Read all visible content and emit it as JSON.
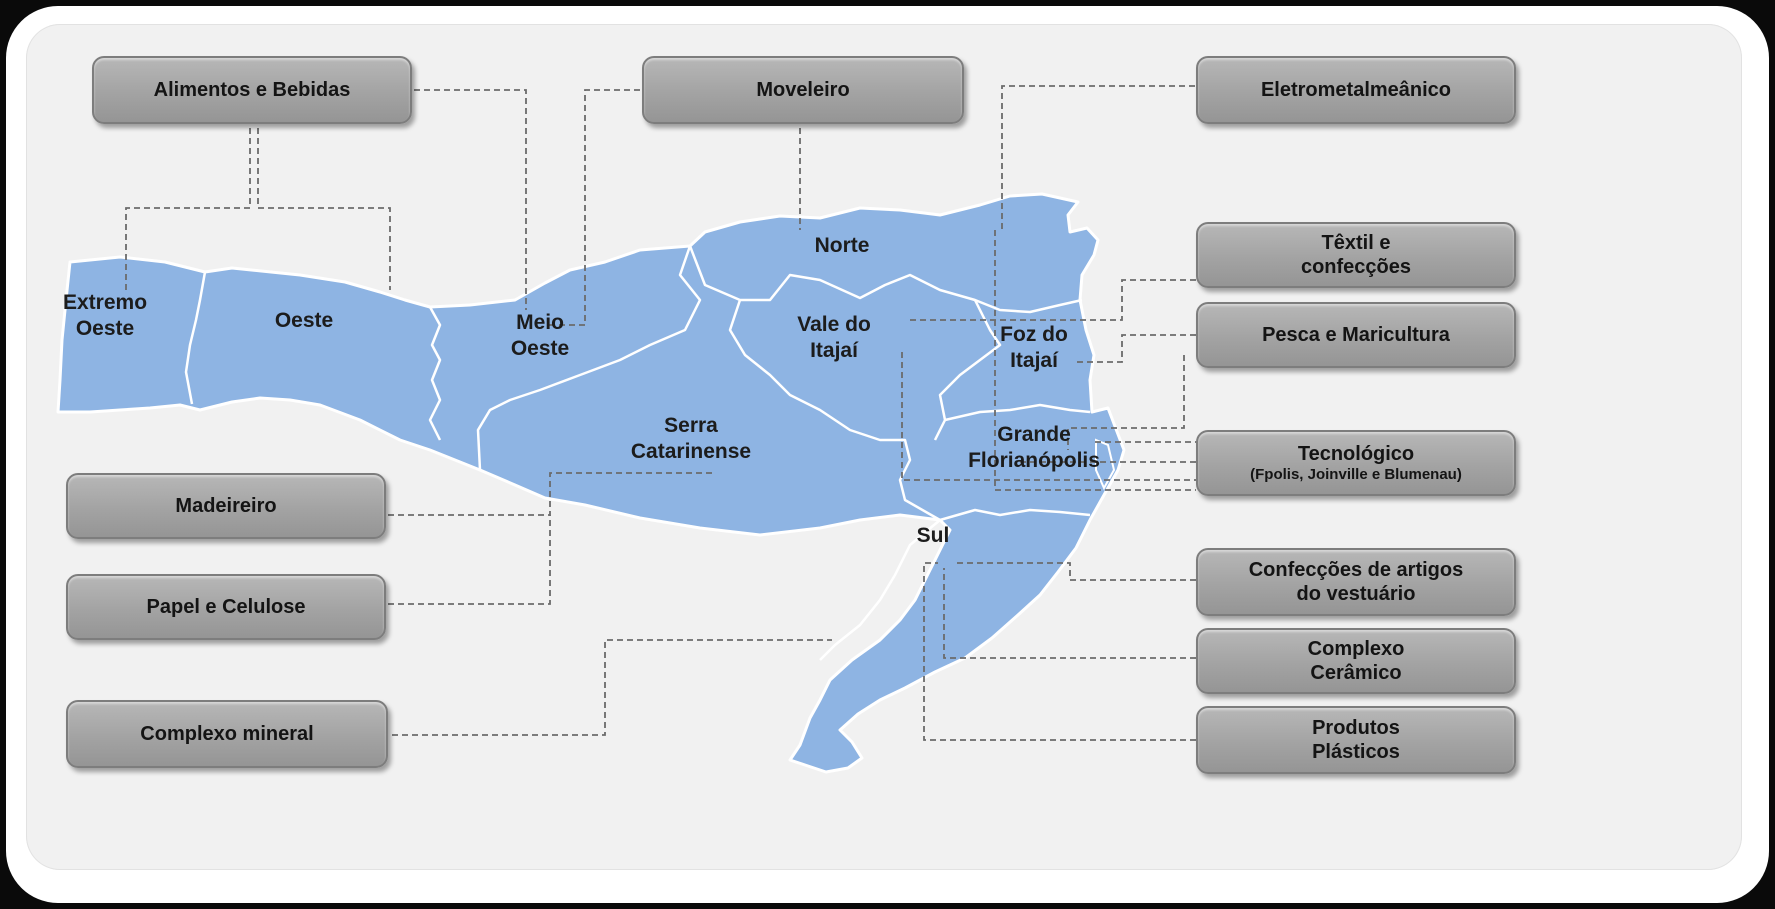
{
  "regions": {
    "extremo_oeste": "Extremo\nOeste",
    "oeste": "Oeste",
    "meio_oeste": "Meio\nOeste",
    "serra_catarinense": "Serra\nCatarinense",
    "norte": "Norte",
    "vale_do_itajai": "Vale do\nItajaí",
    "foz_do_itajai": "Foz do\nItajaí",
    "grande_florianopolis": "Grande\nFlorianópolis",
    "sul": "Sul"
  },
  "sectors": {
    "alimentos": "Alimentos e Bebidas",
    "moveleiro": "Moveleiro",
    "eletrometal": "Eletrometalmeânico",
    "textil": "Têxtil e\nconfecções",
    "pesca": "Pesca e Maricultura",
    "tecnologico": "Tecnológico",
    "tecnologico_sub": "(Fpolis, Joinville e Blumenau)",
    "madeireiro": "Madeireiro",
    "papel": "Papel e Celulose",
    "confeccoes_vestuario": "Confecções de artigos\ndo vestuário",
    "ceramico": "Complexo\nCerâmico",
    "plasticos": "Produtos\nPlásticos",
    "mineral": "Complexo mineral"
  },
  "colors": {
    "map_fill": "#8eb4e3",
    "map_border": "#ffffff",
    "box_fill": "#a6a6a6",
    "connector": "#6b6b6b"
  }
}
